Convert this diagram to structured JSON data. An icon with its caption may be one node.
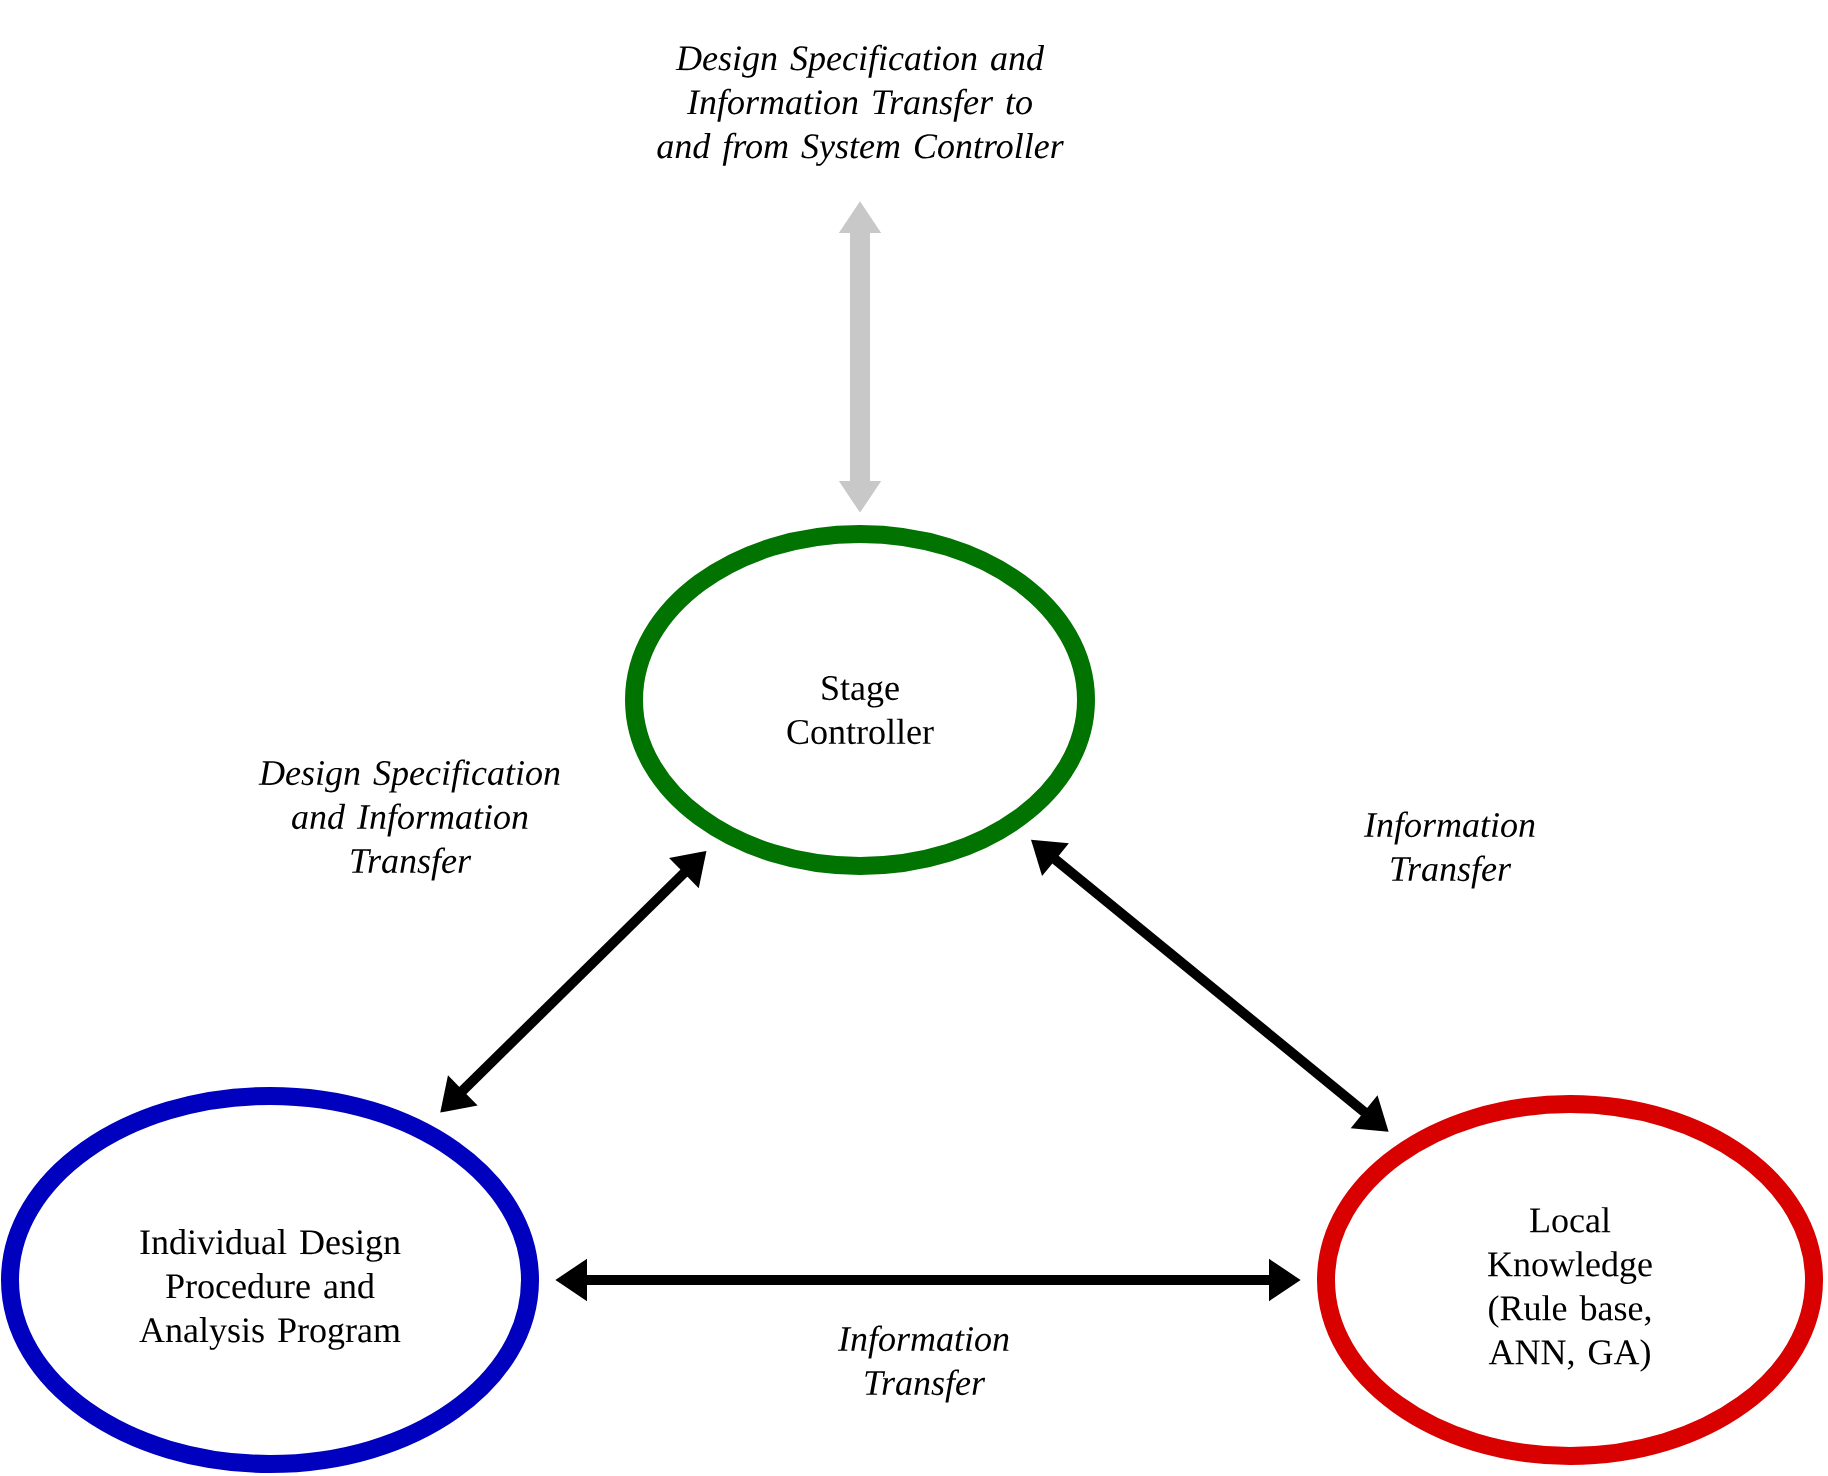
{
  "diagram": {
    "nodes": [
      {
        "text": [
          "Design Specification and Information Transfer to and from System Controller"
        ]
      },
      {
        "text": [
          "Stage Controller"
        ]
      },
      {
        "text": [
          "Individual Design Procedure and Analysis Program"
        ]
      },
      {
        "text": [
          "Local Knowledge (Rule base, ANN, GA)"
        ]
      }
    ],
    "edges": [
      {
        "from": 0,
        "to": 1,
        "arrow": "both",
        "style": "thick",
        "color": "#c8c8c8"
      },
      {
        "from": 1,
        "to": 2,
        "arrow": "both",
        "label": "Design Specification and Information Transfer"
      },
      {
        "from": 1,
        "to": 3,
        "arrow": "both",
        "label": "Information Transfer"
      },
      {
        "from": 2,
        "to": 3,
        "arrow": "both",
        "label": "Information Transfer"
      }
    ]
  }
}
